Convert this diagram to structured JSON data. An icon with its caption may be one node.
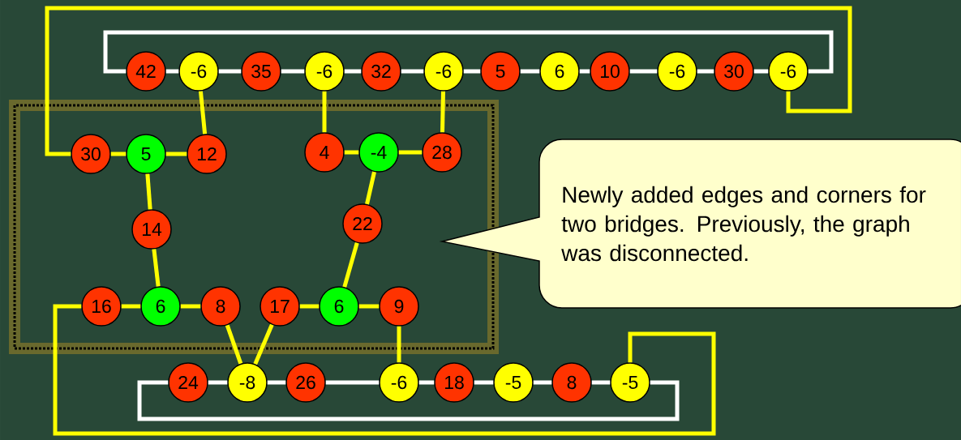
{
  "diagram": {
    "nodes": [
      {
        "text": [
          "42"
        ]
      },
      {
        "text": [
          "-6"
        ]
      },
      {
        "text": [
          "35"
        ]
      },
      {
        "text": [
          "-6"
        ]
      },
      {
        "text": [
          "32"
        ]
      },
      {
        "text": [
          "-6"
        ]
      },
      {
        "text": [
          "5"
        ]
      },
      {
        "text": [
          "6"
        ]
      },
      {
        "text": [
          "10"
        ]
      },
      {
        "text": [
          "-6"
        ]
      },
      {
        "text": [
          "30"
        ]
      },
      {
        "text": [
          "-6"
        ]
      },
      {
        "text": [
          "30"
        ]
      },
      {
        "text": [
          "5"
        ]
      },
      {
        "text": [
          "12"
        ]
      },
      {
        "text": [
          "4"
        ]
      },
      {
        "text": [
          "-4"
        ]
      },
      {
        "text": [
          "28"
        ]
      },
      {
        "text": [
          "14"
        ]
      },
      {
        "text": [
          "22"
        ]
      },
      {
        "text": [
          "16"
        ]
      },
      {
        "text": [
          "6"
        ]
      },
      {
        "text": [
          "8"
        ]
      },
      {
        "text": [
          "17"
        ]
      },
      {
        "text": [
          "6"
        ]
      },
      {
        "text": [
          "9"
        ]
      },
      {
        "text": [
          "24"
        ]
      },
      {
        "text": [
          "-8"
        ]
      },
      {
        "text": [
          "26"
        ]
      },
      {
        "text": [
          "-6"
        ]
      },
      {
        "text": [
          "18"
        ]
      },
      {
        "text": [
          "-5"
        ]
      },
      {
        "text": [
          "8"
        ]
      },
      {
        "text": [
          "-5"
        ]
      },
      {
        "text": [
          "Newly added edges and corners for two bridges. Previously, the graph was disconnected."
        ]
      }
    ],
    "edges": [
      {
        "from": 0,
        "to": 1,
        "arrow": "none",
        "color": "#ffffff"
      },
      {
        "from": 1,
        "to": 2,
        "arrow": "none",
        "color": "#ffffff"
      },
      {
        "from": 2,
        "to": 3,
        "arrow": "none",
        "color": "#ffffff"
      },
      {
        "from": 3,
        "to": 4,
        "arrow": "none",
        "color": "#ffffff"
      },
      {
        "from": 4,
        "to": 5,
        "arrow": "none",
        "color": "#ffffff"
      },
      {
        "from": 5,
        "to": 6,
        "arrow": "none",
        "color": "#ffffff"
      },
      {
        "from": 6,
        "to": 7,
        "arrow": "none",
        "color": "#ffffff"
      },
      {
        "from": 7,
        "to": 8,
        "arrow": "none",
        "color": "#ffffff"
      },
      {
        "from": 8,
        "to": 9,
        "arrow": "none",
        "color": "#ffffff"
      },
      {
        "from": 9,
        "to": 10,
        "arrow": "none",
        "color": "#ffffff"
      },
      {
        "from": 10,
        "to": 11,
        "arrow": "none",
        "color": "#ffffff"
      },
      {
        "from": 11,
        "to": 0,
        "arrow": "none",
        "color": "#ffffff"
      },
      {
        "from": 1,
        "to": 14,
        "arrow": "none",
        "color": "#ffff00"
      },
      {
        "from": 3,
        "to": 15,
        "arrow": "none",
        "color": "#ffff00"
      },
      {
        "from": 5,
        "to": 17,
        "arrow": "none",
        "color": "#ffff00"
      },
      {
        "from": 12,
        "to": 13,
        "arrow": "none",
        "color": "#ffff00"
      },
      {
        "from": 13,
        "to": 14,
        "arrow": "none",
        "color": "#ffff00"
      },
      {
        "from": 15,
        "to": 16,
        "arrow": "none",
        "color": "#ffff00"
      },
      {
        "from": 16,
        "to": 17,
        "arrow": "none",
        "color": "#ffff00"
      },
      {
        "from": 13,
        "to": 18,
        "arrow": "none",
        "color": "#ffff00"
      },
      {
        "from": 18,
        "to": 21,
        "arrow": "none",
        "color": "#ffff00"
      },
      {
        "from": 16,
        "to": 19,
        "arrow": "none",
        "color": "#ffff00"
      },
      {
        "from": 19,
        "to": 24,
        "arrow": "none",
        "color": "#ffff00"
      },
      {
        "from": 20,
        "to": 21,
        "arrow": "none",
        "color": "#ffff00"
      },
      {
        "from": 21,
        "to": 22,
        "arrow": "none",
        "color": "#ffff00"
      },
      {
        "from": 23,
        "to": 24,
        "arrow": "none",
        "color": "#ffff00"
      },
      {
        "from": 24,
        "to": 25,
        "arrow": "none",
        "color": "#ffff00"
      },
      {
        "from": 22,
        "to": 27,
        "arrow": "none",
        "color": "#ffff00"
      },
      {
        "from": 23,
        "to": 27,
        "arrow": "none",
        "color": "#ffff00"
      },
      {
        "from": 25,
        "to": 29,
        "arrow": "none",
        "color": "#ffff00"
      },
      {
        "from": 12,
        "to": 11,
        "arrow": "none",
        "color": "#ffff00"
      },
      {
        "from": 20,
        "to": 33,
        "arrow": "none",
        "color": "#ffff00"
      },
      {
        "from": 26,
        "to": 27,
        "arrow": "none",
        "color": "#ffffff"
      },
      {
        "from": 27,
        "to": 28,
        "arrow": "none",
        "color": "#ffffff"
      },
      {
        "from": 28,
        "to": 29,
        "arrow": "none",
        "color": "#ffffff"
      },
      {
        "from": 29,
        "to": 30,
        "arrow": "none",
        "color": "#ffffff"
      },
      {
        "from": 30,
        "to": 31,
        "arrow": "none",
        "color": "#ffffff"
      },
      {
        "from": 31,
        "to": 32,
        "arrow": "none",
        "color": "#ffffff"
      },
      {
        "from": 32,
        "to": 33,
        "arrow": "none",
        "color": "#ffffff"
      },
      {
        "from": 33,
        "to": 26,
        "arrow": "none",
        "color": "#ffffff"
      }
    ]
  }
}
